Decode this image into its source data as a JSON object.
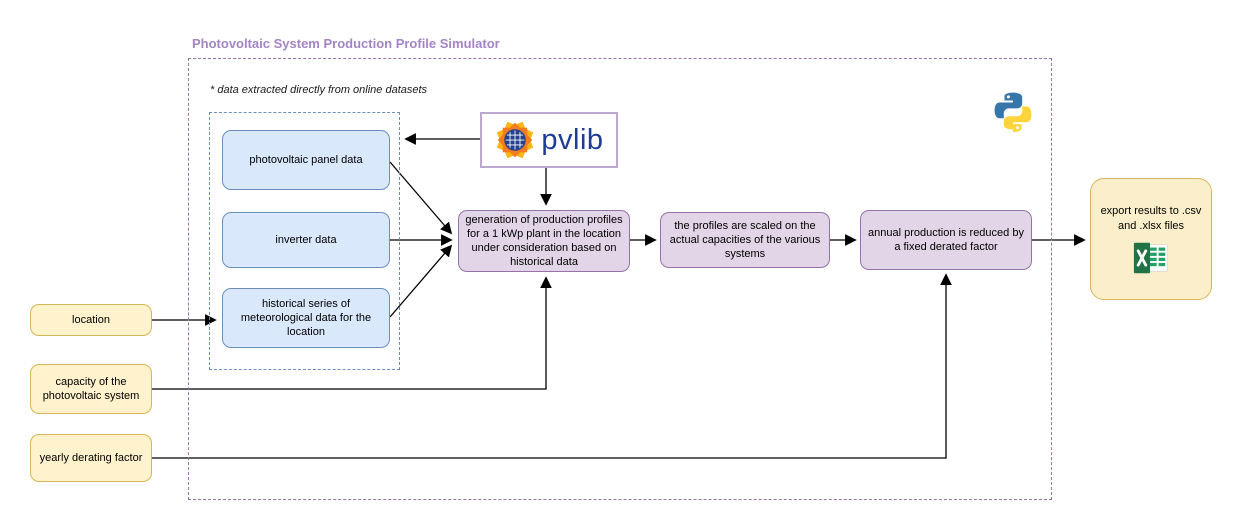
{
  "diagram": {
    "title": "Photovoltaic System Production Profile Simulator",
    "note": "* data extracted directly from online datasets"
  },
  "inputs": {
    "location": {
      "label": "location"
    },
    "capacity": {
      "label": "capacity of the photovoltaic system"
    },
    "derating": {
      "label": "yearly derating factor"
    }
  },
  "datasets": {
    "panel": {
      "label": "photovoltaic panel data"
    },
    "inverter": {
      "label": "inverter data"
    },
    "meteo": {
      "label": "historical series of meteorological data for the location"
    }
  },
  "process": {
    "generation": {
      "label": "generation of production profiles for a 1 kWp plant in the location under consideration based on historical data"
    },
    "scaling": {
      "label": "the profiles are scaled on the actual capacities of the various systems"
    },
    "derate": {
      "label": "annual production is reduced by a fixed derated factor"
    }
  },
  "output": {
    "export": {
      "label": "export results to .csv and .xlsx files"
    }
  },
  "logos": {
    "pvlib_wordmark": "pvlib",
    "pvlib_sun_icon": "sun-solar-panel-icon",
    "python_icon": "python-logo-icon",
    "excel_icon": "excel-logo-icon"
  },
  "colors": {
    "title_text": "#A584C6",
    "dataset_fill": "#DAE8FC",
    "dataset_stroke": "#6C8EBF",
    "process_fill": "#E1D5E7",
    "process_stroke": "#9673A6",
    "io_fill": "#FFF2CC",
    "io_stroke": "#D6B656",
    "export_fill": "#FBEFCB",
    "outer_frame_stroke": "#9673A6",
    "inner_frame_stroke": "#6C8EBF",
    "pvlib_text": "#1E3C95",
    "excel_green": "#217346",
    "python_blue": "#3776AB",
    "python_yellow": "#FFD43B",
    "connector": "#000000"
  }
}
